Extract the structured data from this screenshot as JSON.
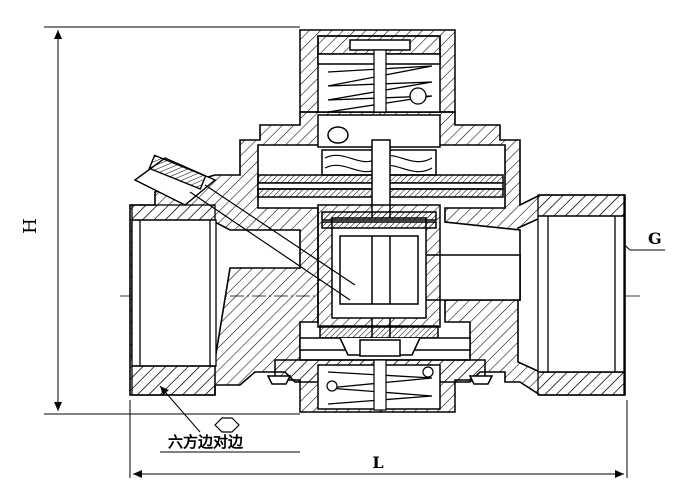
{
  "labels": {
    "height": "H",
    "length": "L",
    "thread": "G",
    "hex": "六方边对边"
  },
  "colors": {
    "line": "#000000",
    "hatch": "#000000",
    "background": "#ffffff"
  }
}
